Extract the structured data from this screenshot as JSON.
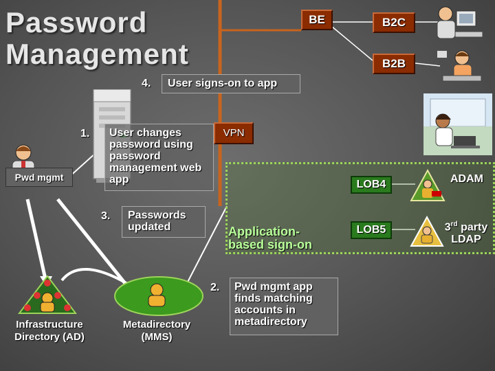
{
  "title": "Password\nManagement",
  "step4": {
    "num": "4.",
    "text": "User signs-on to app"
  },
  "step1": {
    "num": "1.",
    "text": "User changes password using password management web app"
  },
  "step3": {
    "num": "3.",
    "text": "Passwords updated"
  },
  "step2": {
    "num": "2.",
    "text": "Pwd mgmt app finds matching accounts in metadirectory"
  },
  "pwd_mgmt_label": "Pwd mgmt",
  "be_label": "BE",
  "b2c_label": "B2C",
  "b2b_label": "B2B",
  "vpn_label": "VPN",
  "app_signon": "Application-\nbased sign-on",
  "lob4_label": "LOB4",
  "lob5_label": "LOB5",
  "adam_label": "ADAM",
  "ldap": {
    "prefix": "3",
    "sup": "rd",
    "rest": " party",
    "line2": "LDAP"
  },
  "infra_dir": "Infrastructure\nDirectory (AD)",
  "metadir": "Metadirectory\n(MMS)",
  "colors": {
    "brand_orange": "#8a2b00",
    "line_orange": "#c8641e",
    "lob_green": "#2a7a1e",
    "zone_green": "#9dd45a",
    "signon_text": "#b9ff9a"
  },
  "icons": [
    "server-icon",
    "person-icon",
    "user-at-desk-icon",
    "user-laptop-icon",
    "directory-tree-icon",
    "metadirectory-icon",
    "adam-triangle-icon",
    "ldap-triangle-icon"
  ]
}
